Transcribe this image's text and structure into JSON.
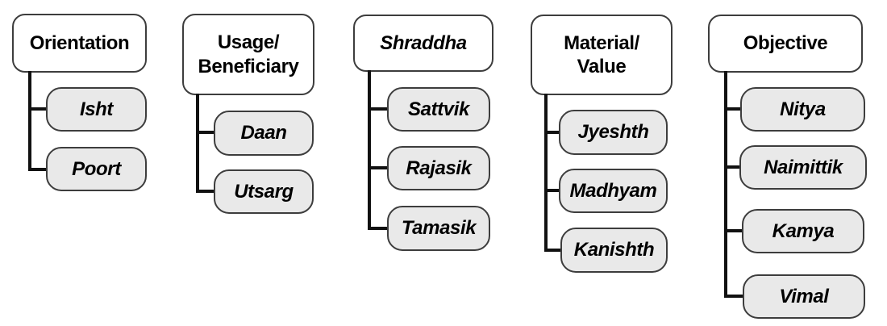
{
  "colors": {
    "background": "#ffffff",
    "header_fill": "#ffffff",
    "node_fill": "#e9e9e9",
    "border": "#3d3d3d",
    "connector": "#111111",
    "text": "#000000"
  },
  "trees": [
    {
      "label": "Orientation",
      "children": [
        "Isht",
        "Poort"
      ]
    },
    {
      "label": "Usage/\nBeneficiary",
      "children": [
        "Daan",
        "Utsarg"
      ]
    },
    {
      "label": "Shraddha",
      "children": [
        "Sattvik",
        "Rajasik",
        "Tamasik"
      ]
    },
    {
      "label": "Material/\nValue",
      "children": [
        "Jyeshth",
        "Madhyam",
        "Kanishth"
      ]
    },
    {
      "label": "Objective",
      "children": [
        "Nitya",
        "Naimittik",
        "Kamya",
        "Vimal"
      ]
    }
  ]
}
